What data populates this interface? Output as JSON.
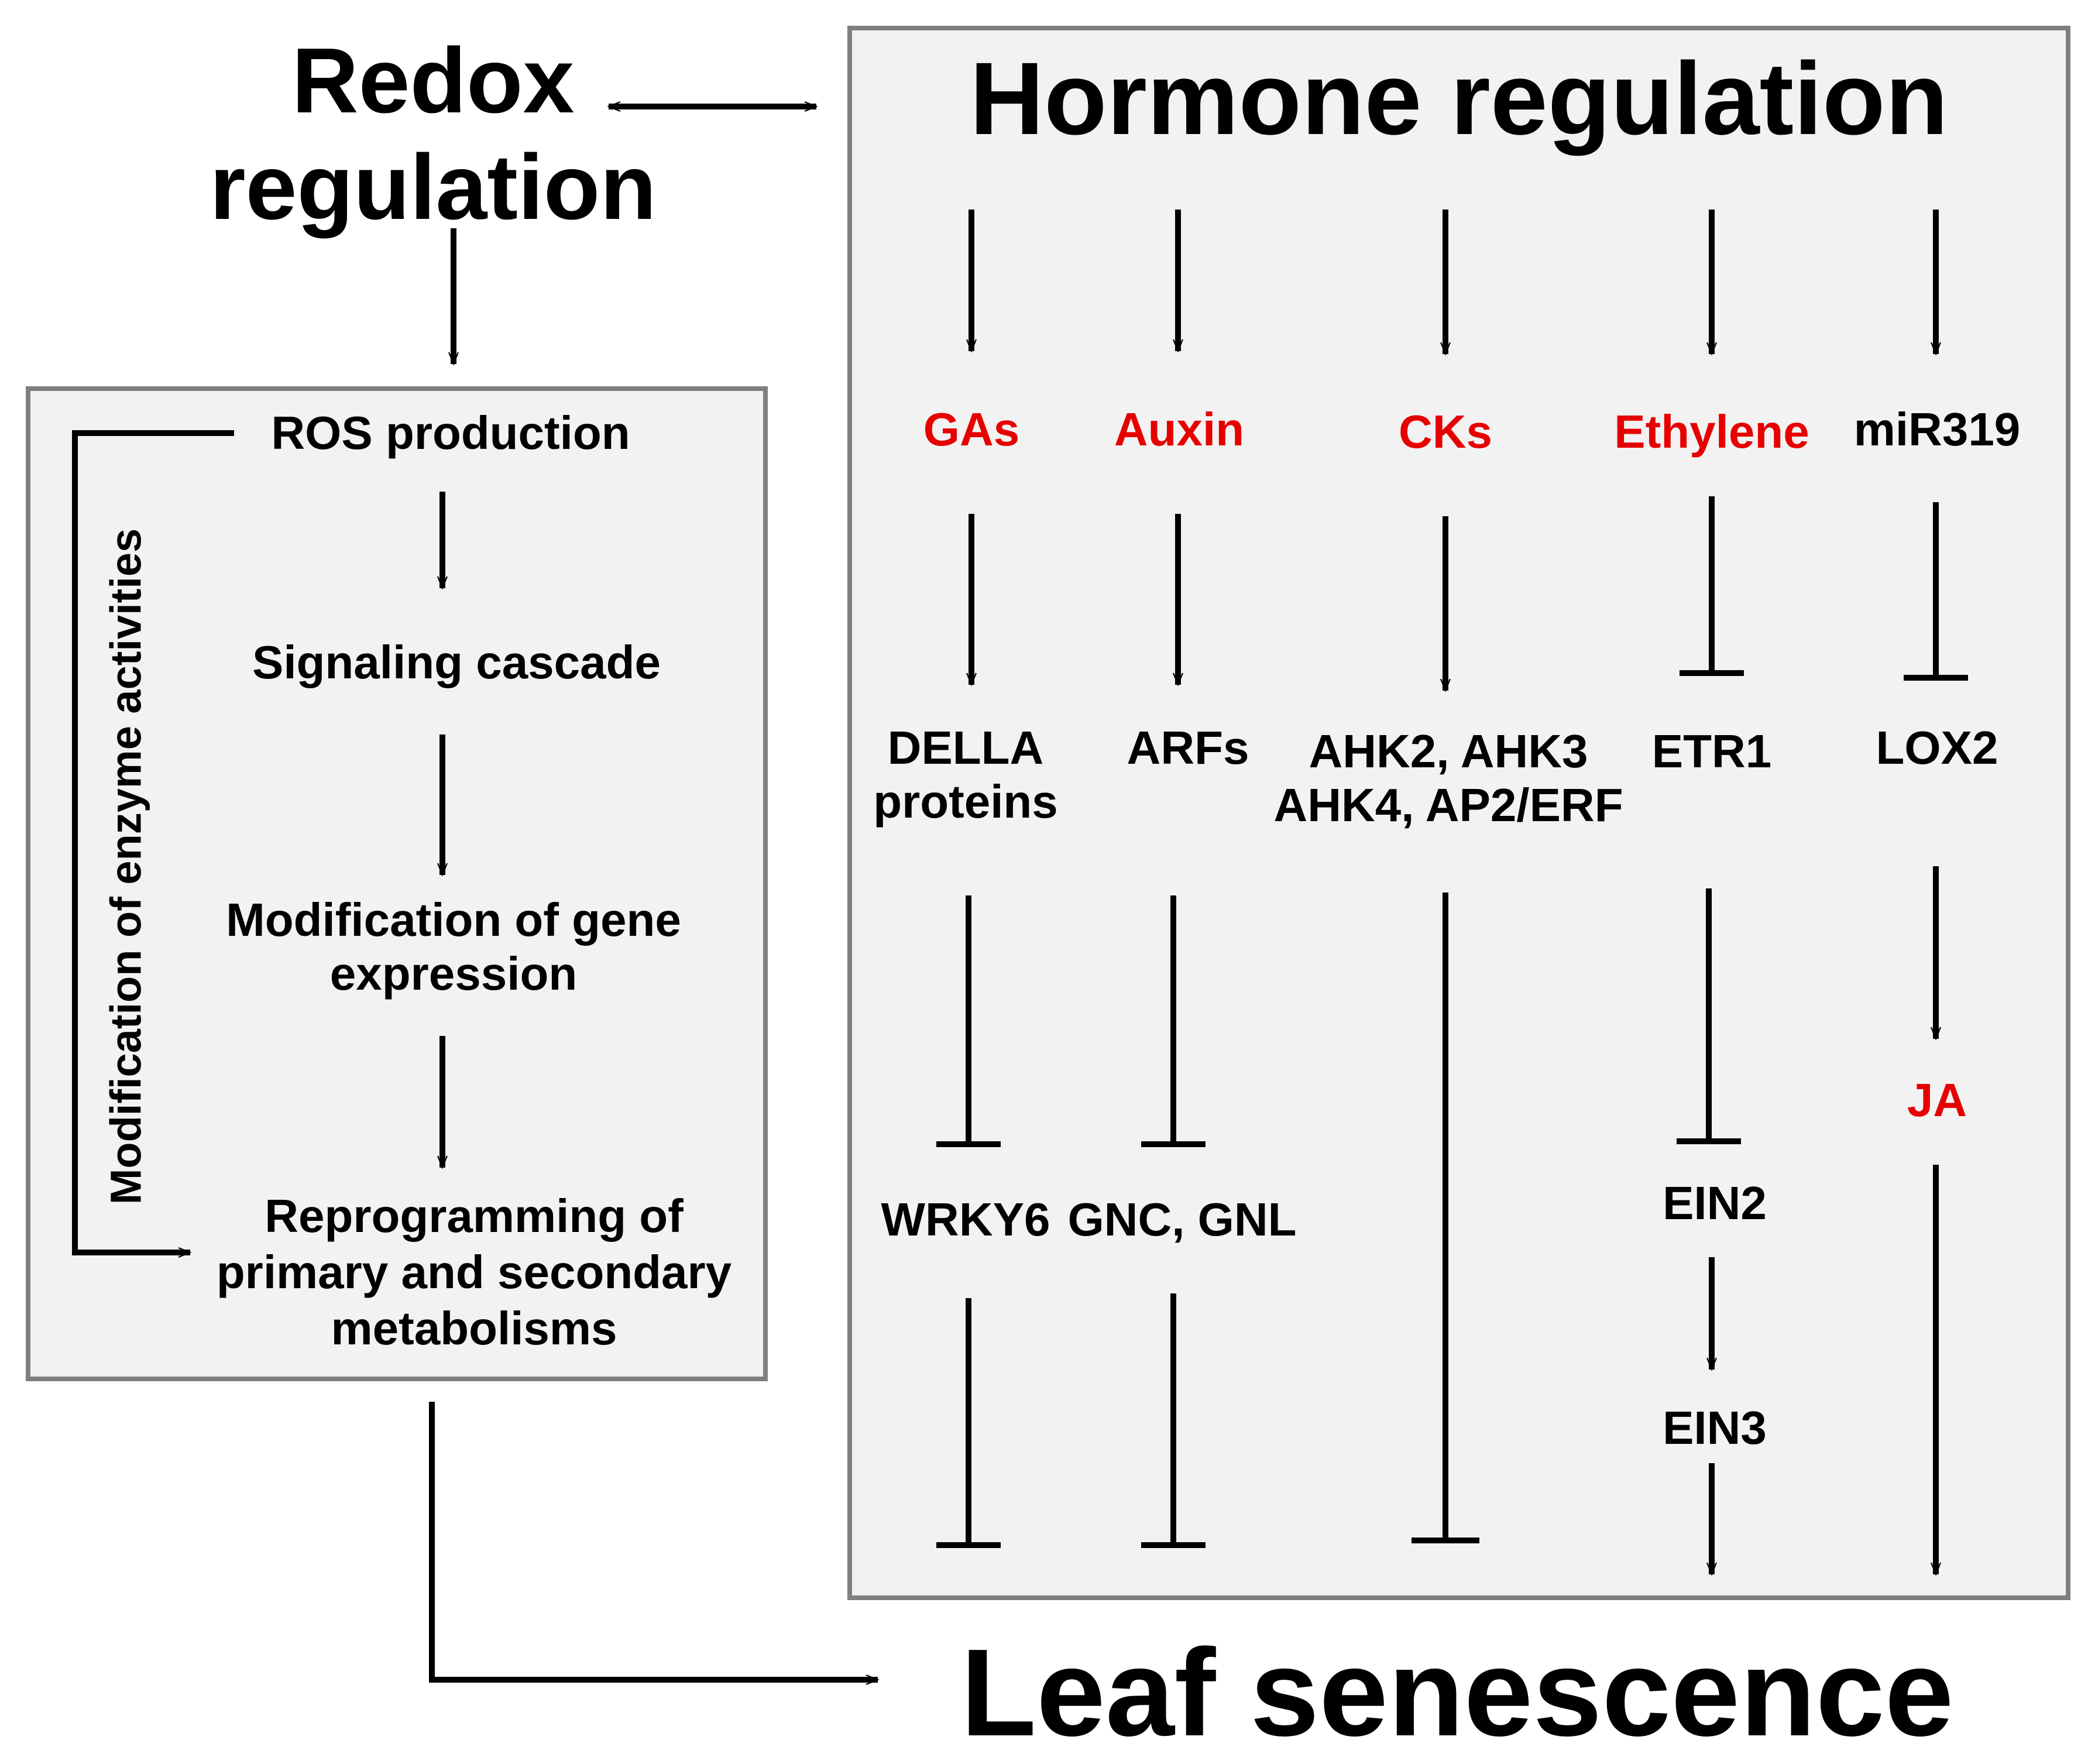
{
  "redox": {
    "line1": "Redox",
    "line2": "regulation"
  },
  "hormone": {
    "title": "Hormone regulation"
  },
  "left_box": {
    "ros": "ROS production",
    "signaling": "Signaling cascade",
    "gene_line1": "Modification of gene",
    "gene_line2": "expression",
    "reprog_line1": "Reprogramming of",
    "reprog_line2": "primary and secondary",
    "reprog_line3": "metabolisms",
    "side_label": "Modification of enzyme activities"
  },
  "hormones": {
    "gas": "GAs",
    "auxin": "Auxin",
    "cks": "CKs",
    "ethylene": "Ethylene",
    "mir319": "miR319"
  },
  "targets": {
    "della_line1": "DELLA",
    "della_line2": "proteins",
    "arfs": "ARFs",
    "ahk_line1": "AHK2, AHK3",
    "ahk_line2": "AHK4, AP2/ERF",
    "etr1": "ETR1",
    "lox2": "LOX2"
  },
  "downstream": {
    "wrky6": "WRKY6",
    "gnc": "GNC, GNL",
    "ein2": "EIN2",
    "ein3": "EIN3",
    "ja": "JA"
  },
  "outcome": {
    "label": "Leaf senescence"
  },
  "colors": {
    "hormone_red": "#e60000",
    "box_fill": "#f2f2f2",
    "box_border": "#7f7f7f"
  }
}
